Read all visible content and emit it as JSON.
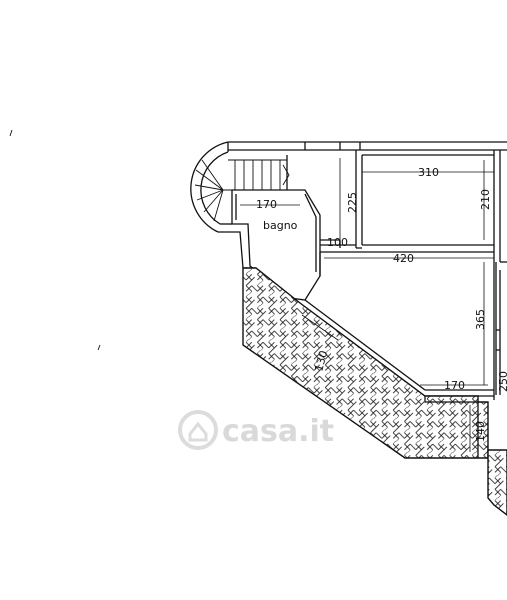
{
  "room_label": "bagno",
  "dimensions": {
    "d1": "170",
    "d2": "225",
    "d3": "310",
    "d4": "210",
    "d5": "100",
    "d6": "420",
    "d7": "365",
    "d8": "130",
    "d9": "170",
    "d10": "140",
    "d11": "250"
  },
  "watermark": "casa.it",
  "colors": {
    "ink": "#111111",
    "watermark": "#d9d9d9"
  }
}
